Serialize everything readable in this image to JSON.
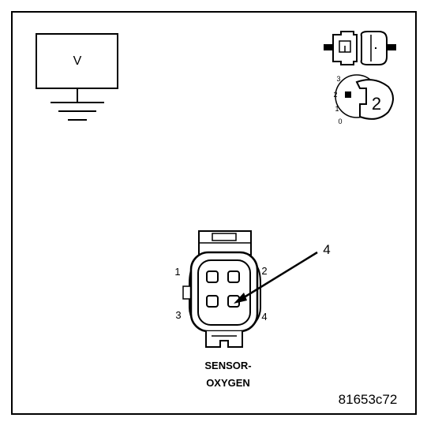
{
  "meter": {
    "label": "V"
  },
  "key_icon": {
    "number": "2",
    "positions": [
      "3",
      "2",
      "1",
      "0"
    ]
  },
  "connector": {
    "pins": [
      "1",
      "2",
      "3",
      "4"
    ],
    "callout": "4",
    "name_line1": "SENSOR-",
    "name_line2": "OXYGEN"
  },
  "figure_id": "81653c72",
  "colors": {
    "ink": "#000000",
    "paper": "#ffffff"
  }
}
